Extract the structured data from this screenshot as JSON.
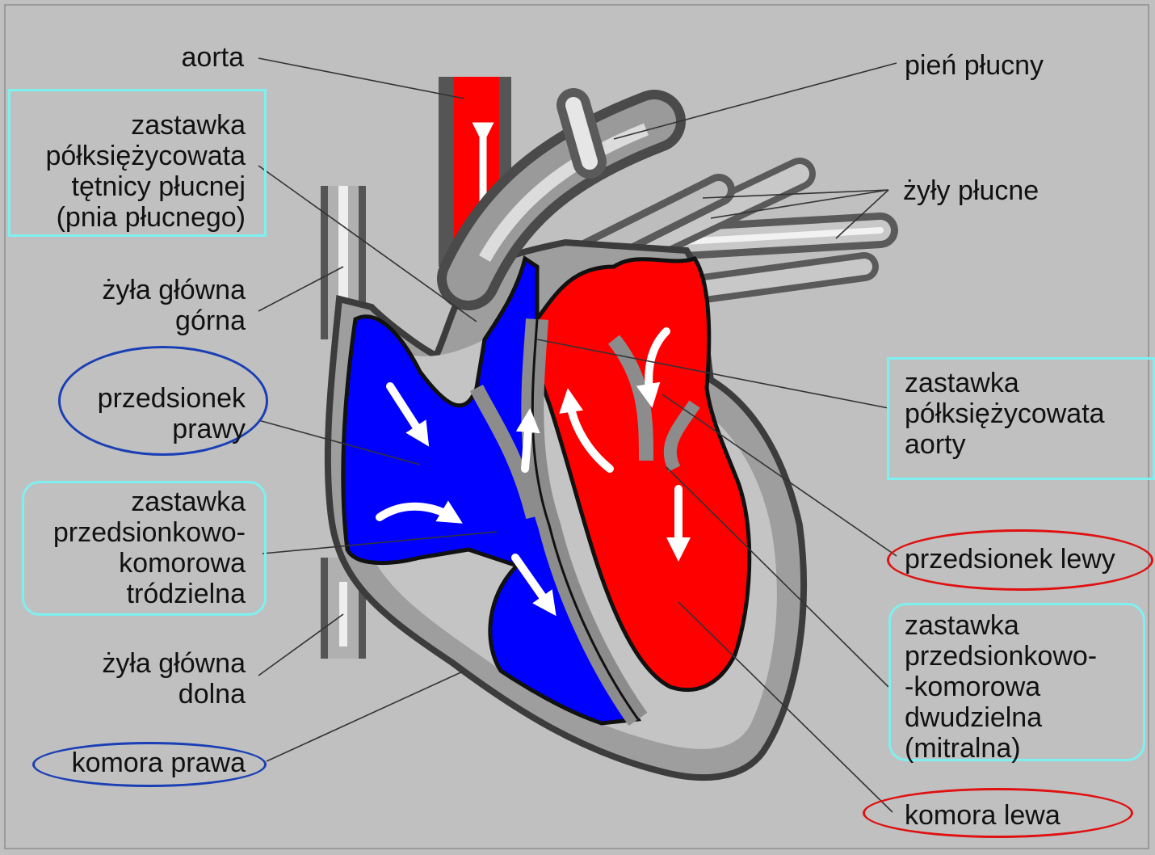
{
  "labels": {
    "aorta": "aorta",
    "semilunar_pulmonary": "zastawka\npółksiężycowata\ntętnicy płucnej\n(pnia płucnego)",
    "superior_vena_cava": "żyła główna\ngórna",
    "right_atrium": "przedsionek\nprawy",
    "tricuspid_valve": "zastawka\nprzedsionkowo-\nkomorowa\ntródzielna",
    "inferior_vena_cava": "żyła główna\ndolna",
    "right_ventricle": "komora prawa",
    "pulmonary_trunk": "pień płucny",
    "pulmonary_veins": "żyły płucne",
    "semilunar_aortic": "zastawka\npółksiężycowata\naorty",
    "left_atrium": "przedsionek lewy",
    "mitral_valve": "zastawka\nprzedsionkowo-\n-komorowa\ndwudzielna\n(mitralna)",
    "left_ventricle": "komora lewa"
  },
  "colors": {
    "background": "#c0c0c0",
    "deoxygenated_blood": "#0000ff",
    "oxygenated_blood": "#ff0000",
    "box_outline": "#7ff0f0",
    "right_side_oval": "#1a3fb5",
    "left_side_oval": "#e01010"
  }
}
